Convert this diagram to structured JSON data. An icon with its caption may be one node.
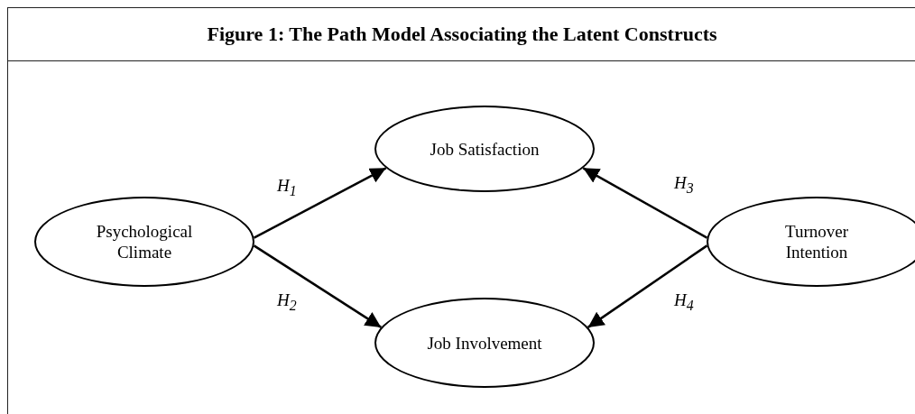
{
  "diagram": {
    "title": "Figure 1: The Path Model Associating the Latent Constructs",
    "nodes": [
      {
        "text": [
          "Psychological Climate"
        ]
      },
      {
        "text": [
          "Job Satisfaction"
        ]
      },
      {
        "text": [
          "Job Involvement"
        ]
      },
      {
        "text": [
          "Turnover Intention"
        ]
      }
    ],
    "edges": [
      {
        "from": 0,
        "to": 1,
        "arrow": "to",
        "label": "H$_{1}$"
      },
      {
        "from": 0,
        "to": 2,
        "arrow": "to",
        "label": "H$_{2}$"
      },
      {
        "from": 3,
        "to": 1,
        "arrow": "to",
        "label": "H$_{3}$"
      },
      {
        "from": 3,
        "to": 2,
        "arrow": "to",
        "label": "H$_{4}$"
      }
    ]
  }
}
